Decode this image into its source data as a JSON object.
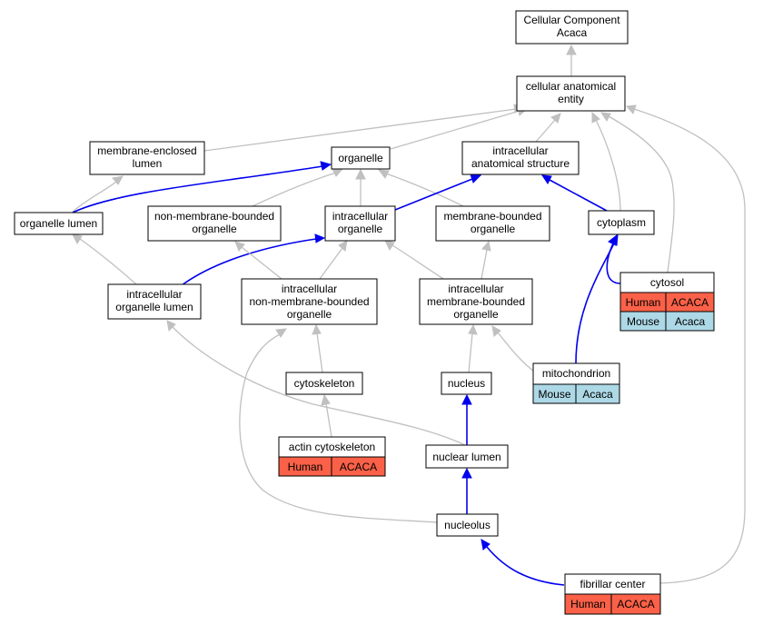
{
  "colors": {
    "edge_is_a": "#c0c0c0",
    "edge_part_of": "#0000ee",
    "human": "#fa6148",
    "mouse": "#add8e6"
  },
  "nodes": {
    "root": [
      "Cellular Component",
      "Acaca"
    ],
    "cae": [
      "cellular anatomical",
      "entity"
    ],
    "mel": [
      "membrane-enclosed",
      "lumen"
    ],
    "organelle": [
      "organelle"
    ],
    "ias": [
      "intracellular",
      "anatomical structure"
    ],
    "organelle_lumen": [
      "organelle lumen"
    ],
    "nmbo": [
      "non-membrane-bounded",
      "organelle"
    ],
    "io": [
      "intracellular",
      "organelle"
    ],
    "mbo": [
      "membrane-bounded",
      "organelle"
    ],
    "cytoplasm": [
      "cytoplasm"
    ],
    "iol": [
      "intracellular",
      "organelle lumen"
    ],
    "inmbo": [
      "intracellular",
      "non-membrane-bounded",
      "organelle"
    ],
    "imbo": [
      "intracellular",
      "membrane-bounded",
      "organelle"
    ],
    "cytosol": {
      "title": "cytosol",
      "rows": [
        [
          "Human",
          "ACACA"
        ],
        [
          "Mouse",
          "Acaca"
        ]
      ]
    },
    "cytoskeleton": [
      "cytoskeleton"
    ],
    "nucleus": [
      "nucleus"
    ],
    "mitochondrion": {
      "title": "mitochondrion",
      "rows": [
        [
          "Mouse",
          "Acaca"
        ]
      ]
    },
    "actin": {
      "title": "actin cytoskeleton",
      "rows": [
        [
          "Human",
          "ACACA"
        ]
      ]
    },
    "nuclear_lumen": [
      "nuclear lumen"
    ],
    "nucleolus": [
      "nucleolus"
    ],
    "fibrillar": {
      "title": "fibrillar center",
      "rows": [
        [
          "Human",
          "ACACA"
        ]
      ]
    }
  }
}
